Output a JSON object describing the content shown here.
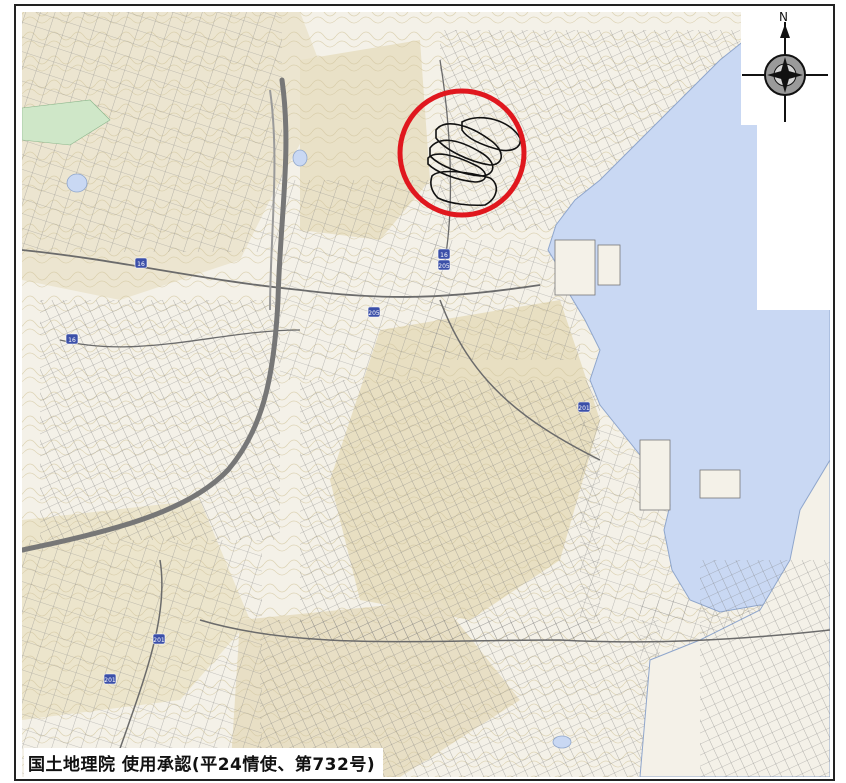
{
  "map": {
    "credit_text": "国土地理院 使用承認(平24情使、第732号)",
    "north_label": "N",
    "compass_icon": "north-arrow-compass-icon",
    "highlight_ring_color": "#e0171e",
    "water_color": "#c9d8f3",
    "land_color": "#f4f1e8",
    "relief_color": "#d9cfb0",
    "road_color": "#6b6b6b",
    "expressway_color": "#777777",
    "route_shield_color": "#3b4fa8",
    "route_markers": [
      "16",
      "16",
      "205",
      "205",
      "16",
      "201",
      "201",
      "201"
    ]
  }
}
